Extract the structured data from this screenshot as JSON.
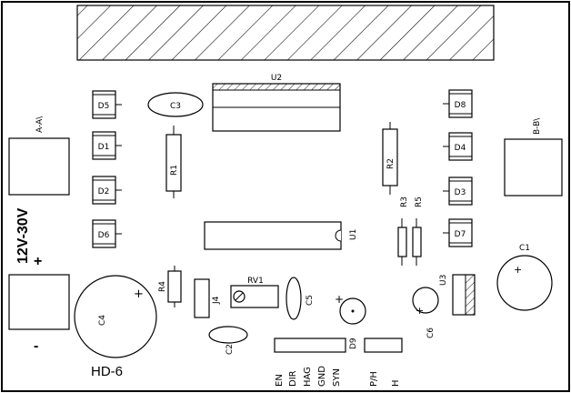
{
  "board": {
    "power_label": "12V-30V",
    "plus": "+",
    "minus": "-",
    "model": "HD-6"
  },
  "components": {
    "c1": "C1",
    "c2": "C2",
    "c3": "C3",
    "c4": "C4",
    "c5": "C5",
    "c6": "C6",
    "d1": "D1",
    "d2": "D2",
    "d4": "D4",
    "d5": "D5",
    "d6": "D6",
    "d7": "D7",
    "d8": "D8",
    "d9": "D9",
    "r1": "R1",
    "r2": "R2",
    "r3": "R3",
    "r4": "R4",
    "r5": "R5",
    "u1": "U1",
    "u2": "U2",
    "u3": "U3",
    "j4": "J4",
    "rv1": "RV1",
    "d3": "D3",
    "phase_a": "A-A\\",
    "phase_b": "B-B\\"
  },
  "pins": {
    "control": [
      "EN",
      "DIR",
      "HAG",
      "GND",
      "SYN"
    ],
    "mode": [
      "P/H",
      "H"
    ]
  }
}
